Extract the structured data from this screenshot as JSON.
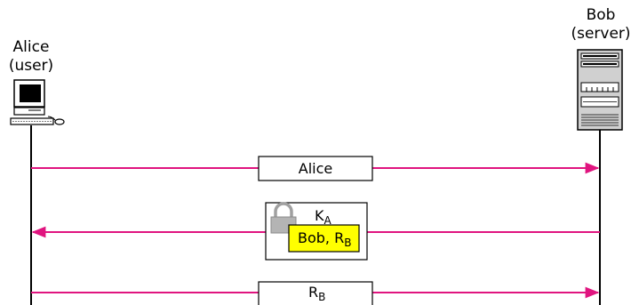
{
  "alice": {
    "name": "Alice",
    "role": "(user)"
  },
  "bob": {
    "name": "Bob",
    "role": "(server)"
  },
  "colors": {
    "arrow": "#e0147f",
    "highlight": "#ffff00",
    "lifeline": "#000000"
  },
  "messages": [
    {
      "direction": "alice-to-bob",
      "label": "Alice"
    },
    {
      "direction": "bob-to-alice",
      "key": "K",
      "key_sub": "A",
      "content": "Bob, R",
      "content_sub": "B"
    },
    {
      "direction": "alice-to-bob",
      "label": "R",
      "label_sub": "B"
    }
  ],
  "icons": {
    "alice": "desktop-computer-icon",
    "bob": "server-tower-icon",
    "lock": "padlock-icon"
  }
}
